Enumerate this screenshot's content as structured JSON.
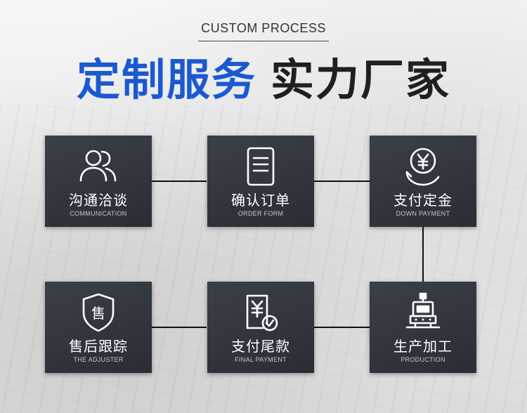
{
  "header": {
    "subtitle": "CUSTOM PROCESS",
    "title_blue": "定制服务",
    "title_dark": "实力厂家"
  },
  "steps": [
    {
      "cn": "沟通洽谈",
      "en": "COMMUNICATION",
      "icon": "users-icon"
    },
    {
      "cn": "确认订单",
      "en": "ORDER FORM",
      "icon": "document-icon"
    },
    {
      "cn": "支付定金",
      "en": "DOWN PAYMENT",
      "icon": "yen-coin-hand-icon"
    },
    {
      "cn": "售后跟踪",
      "en": "THE ADJUSTER",
      "icon": "shield-shou-icon"
    },
    {
      "cn": "支付尾款",
      "en": "FINAL PAYMENT",
      "icon": "yen-receipt-check-icon"
    },
    {
      "cn": "生产加工",
      "en": "PRODUCTION",
      "icon": "machine-icon"
    }
  ]
}
